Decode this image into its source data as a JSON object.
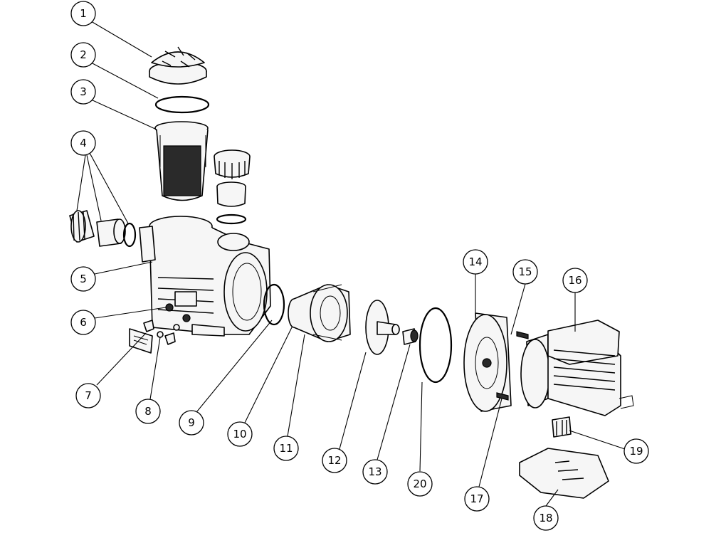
{
  "diagram": {
    "type": "exploded-parts-view",
    "callouts": [
      {
        "id": "1",
        "label": "1"
      },
      {
        "id": "2",
        "label": "2"
      },
      {
        "id": "3",
        "label": "3"
      },
      {
        "id": "4",
        "label": "4"
      },
      {
        "id": "5",
        "label": "5"
      },
      {
        "id": "6",
        "label": "6"
      },
      {
        "id": "7",
        "label": "7"
      },
      {
        "id": "8",
        "label": "8"
      },
      {
        "id": "9",
        "label": "9"
      },
      {
        "id": "10",
        "label": "10"
      },
      {
        "id": "11",
        "label": "11"
      },
      {
        "id": "12",
        "label": "12"
      },
      {
        "id": "13",
        "label": "13"
      },
      {
        "id": "14",
        "label": "14"
      },
      {
        "id": "15",
        "label": "15"
      },
      {
        "id": "16",
        "label": "16"
      },
      {
        "id": "17",
        "label": "17"
      },
      {
        "id": "18",
        "label": "18"
      },
      {
        "id": "19",
        "label": "19"
      },
      {
        "id": "20",
        "label": "20"
      }
    ],
    "colors": {
      "line": "#000000",
      "background": "#ffffff",
      "part_fill": "#f6f6f6"
    }
  }
}
